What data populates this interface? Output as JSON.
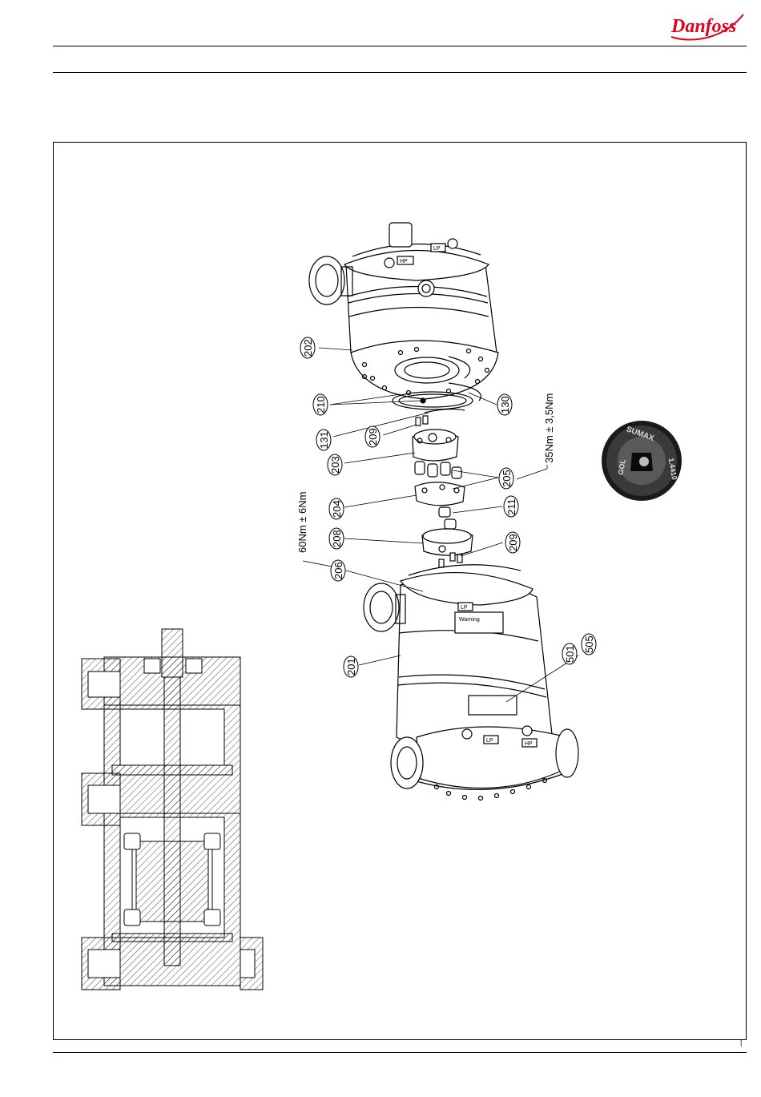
{
  "brand": {
    "logo_text": "Danfoss",
    "color": "#e2001a"
  },
  "parts": [
    {
      "id": "p202",
      "label": "202"
    },
    {
      "id": "p210",
      "label": "210"
    },
    {
      "id": "p130",
      "label": "130"
    },
    {
      "id": "p131",
      "label": "131"
    },
    {
      "id": "p209a",
      "label": "209"
    },
    {
      "id": "p203",
      "label": "203"
    },
    {
      "id": "p205",
      "label": "205"
    },
    {
      "id": "p204",
      "label": "204"
    },
    {
      "id": "p211",
      "label": "211"
    },
    {
      "id": "p208",
      "label": "208"
    },
    {
      "id": "p209b",
      "label": "209"
    },
    {
      "id": "p206",
      "label": "206"
    },
    {
      "id": "p201",
      "label": "201"
    },
    {
      "id": "p501",
      "label": "501"
    },
    {
      "id": "p505",
      "label": "505"
    }
  ],
  "torque": {
    "upper": "35Nm ± 3,5Nm",
    "lower": "60Nm ± 6Nm"
  },
  "port_labels": {
    "hp_top": "HP",
    "lp_top": "LP",
    "lp_lower": "LP",
    "lp_bottom": "LP",
    "hp_bottom": "HP"
  },
  "warning_label": "Warning",
  "plug_marking": {
    "line1": "SUMAX",
    "line2": "1.4410",
    "line3": "GOL"
  },
  "page_number": "|"
}
